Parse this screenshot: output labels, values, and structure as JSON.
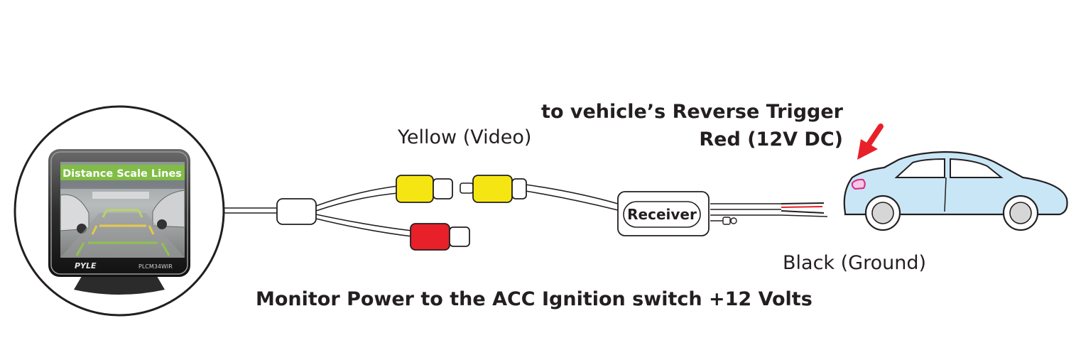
{
  "labels": {
    "reverse_trigger": "to vehicle’s Reverse Trigger",
    "red_wire": "Red (12V DC)",
    "yellow_video": "Yellow (Video)",
    "receiver": "Receiver",
    "black_ground": "Black (Ground)",
    "monitor_power": "Monitor Power to the ACC Ignition switch +12 Volts"
  },
  "monitor": {
    "screen_banner": "Distance Scale Lines",
    "brand": "PYLE",
    "model": "PLCM34WIR"
  },
  "colors": {
    "yellow_connector": "#f5e613",
    "red_connector": "#e8202a",
    "arrow": "#e8202a",
    "car_body": "#c9e6f6",
    "banner": "#7fbf3f",
    "tail_light": "#e0218a"
  }
}
